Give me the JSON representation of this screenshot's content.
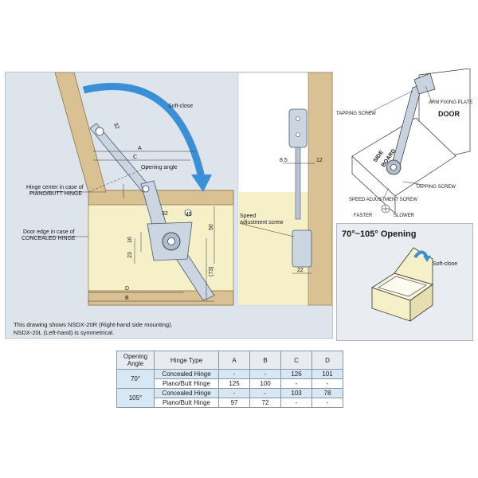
{
  "main_diagram": {
    "soft_close": "Soft-close",
    "opening_angle": "Opening angle",
    "hinge_center_1": "Hinge center  in case of",
    "hinge_center_2": "PIANO/BUTT HINGE",
    "door_edge_1": "Door edge in case of",
    "door_edge_2": "CONCEALED HINGE",
    "dim_A": "A",
    "dim_C": "C",
    "dim_D": "D",
    "dim_B": "B",
    "dim_32_top": "32",
    "dim_32_mid": "32",
    "dim_16": "16",
    "dim_23": "23",
    "dim_50": "50",
    "dim_73": "(73)",
    "dim_45": "45",
    "dim_85": "8.5",
    "dim_12": "12",
    "dim_22": "22",
    "speed_screw_1": "Speed",
    "speed_screw_2": "adjustment screw",
    "note_1": "This drawing shows NSDX-20R (Right-hand side mounting).",
    "note_2": "NSDX-20L (Left-hand)  is symmetrical."
  },
  "mechanism_diagram": {
    "tapping_screw_top": "TAPPING SCREW",
    "arm_fixing_plate": "ARM FIXING PLATE",
    "door": "DOOR",
    "side_board_1": "SIDE",
    "side_board_2": "BOARD",
    "tapping_screw_bottom": "TAPPING SCREW",
    "speed_adjustment_screw": "SPEED ADJUSTMENT SCREW",
    "faster": "FASTER",
    "slower": "SLOWER"
  },
  "box_diagram": {
    "title": "70°~105° Opening",
    "soft_close": "Soft-close"
  },
  "table": {
    "headers": [
      "Opening Angle",
      "Hinge Type",
      "A",
      "B",
      "C",
      "D"
    ],
    "groups": [
      {
        "angle": "70°",
        "rows": [
          [
            "Concealed Hinge",
            "-",
            "-",
            "126",
            "101"
          ],
          [
            "Piano/Butt Hinge",
            "125",
            "100",
            "-",
            "-"
          ]
        ]
      },
      {
        "angle": "105°",
        "rows": [
          [
            "Concealed Hinge",
            "-",
            "-",
            "103",
            "78"
          ],
          [
            "Piano/Butt Hinge",
            "97",
            "72",
            "-",
            "-"
          ]
        ]
      }
    ]
  },
  "colors": {
    "panel_bg": "#dde4ec",
    "cabinet_fill": "#f5f0c8",
    "wood_fill": "#d9c193",
    "arrow_blue": "#3a8fd6",
    "table_shade": "#d7e7f3"
  }
}
